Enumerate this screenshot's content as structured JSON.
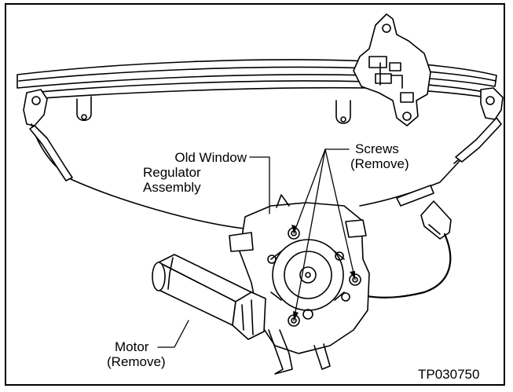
{
  "labels": {
    "old_regulator": [
      "Old Window",
      "Regulator",
      "Assembly"
    ],
    "screws": [
      "Screws",
      "(Remove)"
    ],
    "motor": [
      "Motor",
      "(Remove)"
    ],
    "figure_code": "TP030750"
  }
}
